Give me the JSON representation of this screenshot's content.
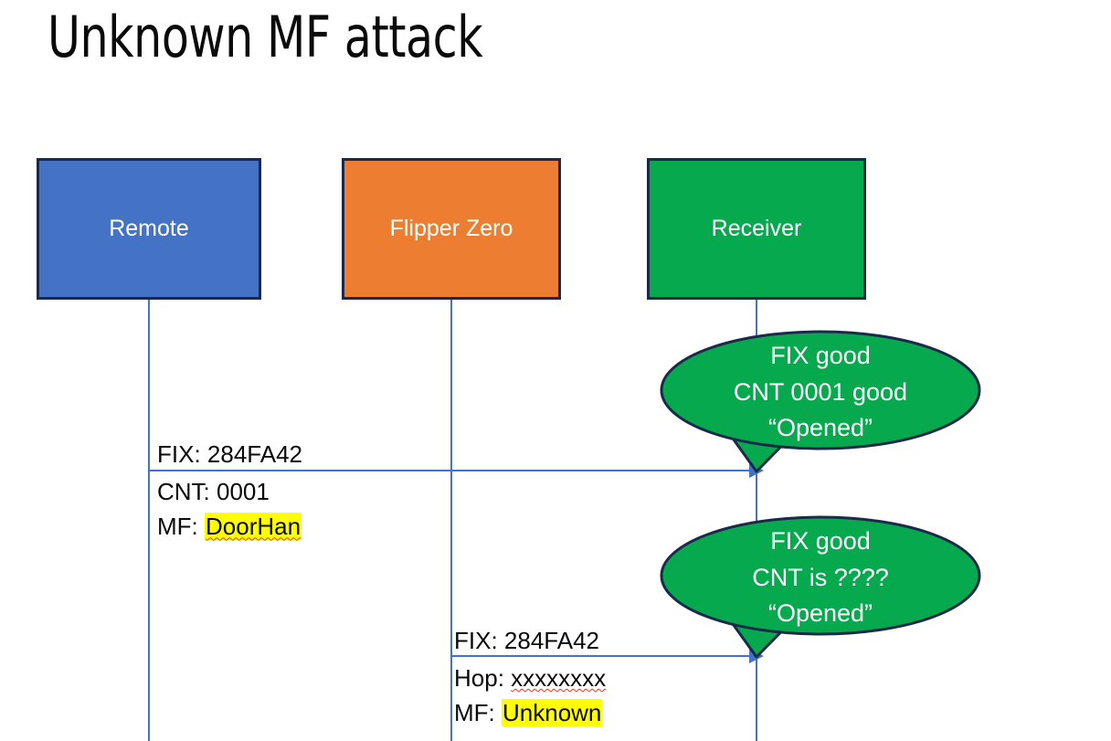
{
  "slide": {
    "title": "Unknown MF attack",
    "background": "#ffffff"
  },
  "colors": {
    "remote_fill": "#4472C4",
    "flipper_fill": "#ED7D31",
    "receiver_fill": "#07A94E",
    "callout_fill": "#07A94E",
    "box_border": "#1b2a4a",
    "lifeline": "#4472C4",
    "arrow": "#4472C4",
    "highlight": "#ffff00",
    "spellcheck_underline": "#e03b24",
    "text": "#0a0a0a",
    "box_label_text": "#ffffff"
  },
  "actors": [
    {
      "id": "remote",
      "label": "Remote"
    },
    {
      "id": "flipper",
      "label": "Flipper Zero"
    },
    {
      "id": "receiver",
      "label": "Receiver"
    }
  ],
  "messages": [
    {
      "id": "msg1",
      "from": "remote",
      "to": "receiver",
      "above_line": "FIX: 284FA42",
      "below_line_1_prefix": "CNT: 0001",
      "below_line_2_prefix": "MF: ",
      "below_line_2_value": "DoorHan",
      "value_highlighted": true,
      "value_spellchecked": true
    },
    {
      "id": "msg2",
      "from": "flipper",
      "to": "receiver",
      "above_line": "FIX: 284FA42",
      "below_line_1_prefix": "Hop: ",
      "below_line_1_value": "xxxxxxxx",
      "below_line_2_prefix": "MF: ",
      "below_line_2_value": "Unknown",
      "value_highlighted": true,
      "value_spellchecked": true
    }
  ],
  "callouts": [
    {
      "id": "callout1",
      "lines": [
        "FIX good",
        "CNT 0001 good",
        "“Opened”"
      ]
    },
    {
      "id": "callout2",
      "lines": [
        "FIX good",
        "CNT is ????",
        "“Opened”"
      ]
    }
  ]
}
